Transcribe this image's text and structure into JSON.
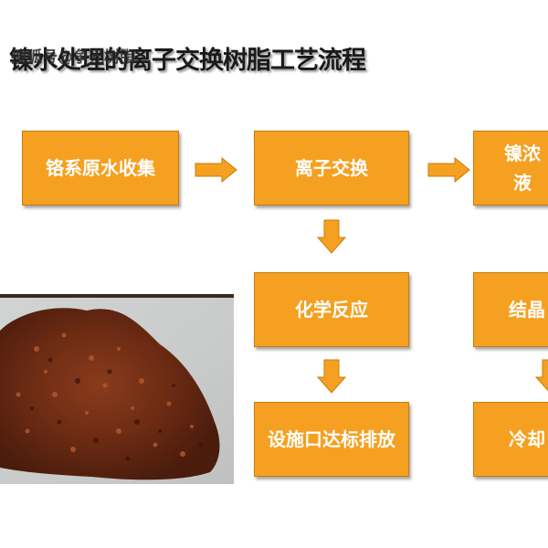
{
  "title": {
    "main": "镍水处理的离子交换树脂工艺流程",
    "watermark": "搜狐号@争光树脂"
  },
  "process": {
    "collect": "铬系原水收集",
    "ion_exchange": "离子交换",
    "nickel": "镍浓液",
    "reaction": "化学反应",
    "discharge": "设施口达标排放",
    "crystal": "结晶",
    "cool": "冷却"
  },
  "colors": {
    "box_fill": "#f5a020",
    "box_border": "#c77d0e",
    "arrow_fill": "#f5a020"
  },
  "icons": {
    "arrow_right": "right-arrow-icon",
    "arrow_down": "down-arrow-icon"
  }
}
